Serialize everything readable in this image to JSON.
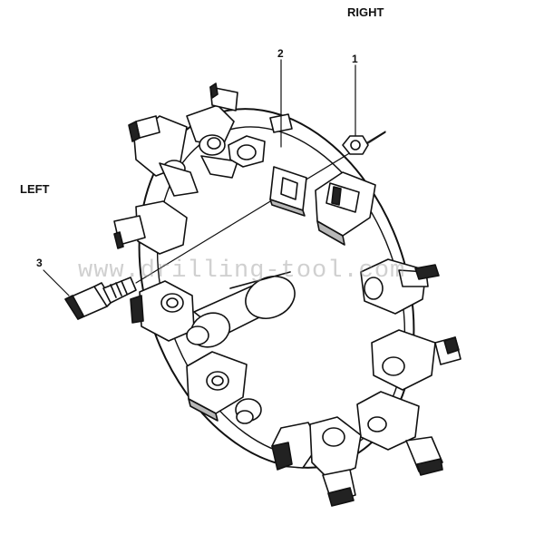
{
  "labels": {
    "right": "RIGHT",
    "left": "LEFT"
  },
  "callouts": [
    {
      "number": "1",
      "part": "nut"
    },
    {
      "number": "2",
      "part": "ring-holder"
    },
    {
      "number": "3",
      "part": "cutter-tooth"
    }
  ],
  "watermark": "www.drilling-tool.com",
  "colors": {
    "line": "#111111",
    "fill": "#ffffff",
    "shade": "#b8b8b8",
    "dark": "#222222",
    "watermark": "#969696"
  }
}
